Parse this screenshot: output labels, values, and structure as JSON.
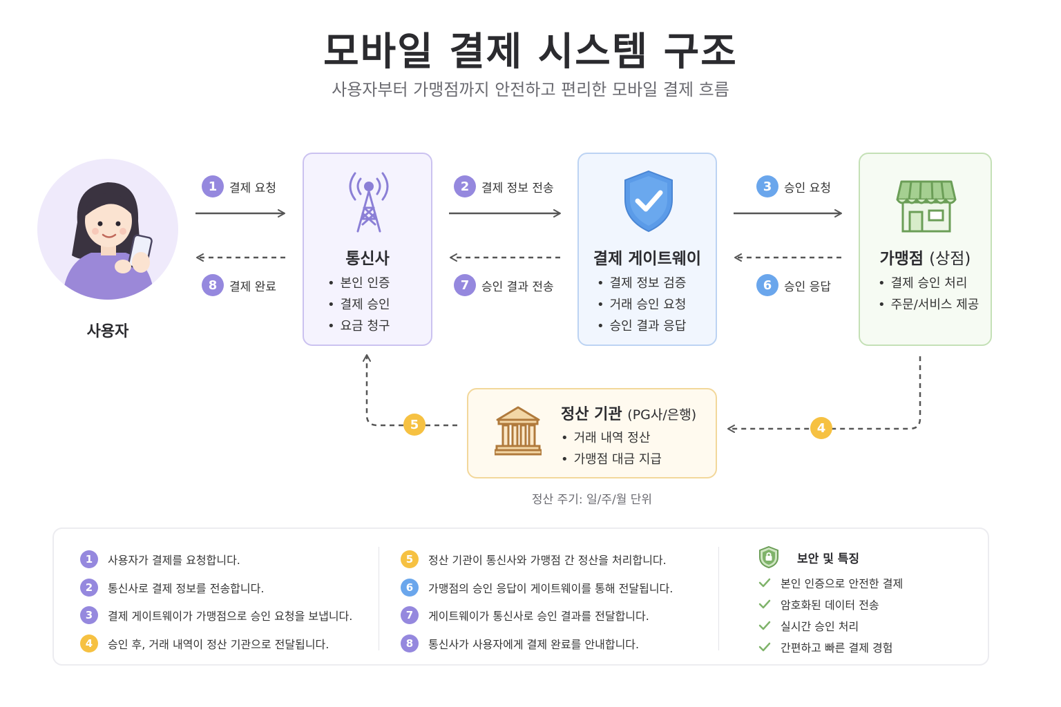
{
  "header": {
    "title": "모바일 결제 시스템 구조",
    "subtitle": "사용자부터 가맹점까지 안전하고 편리한 모바일 결제 흐름"
  },
  "colors": {
    "purple": "#9588de",
    "blue": "#6aa6ec",
    "yellow": "#f6c142",
    "green": "#7fb36a"
  },
  "nodes": {
    "user": {
      "label": "사용자",
      "icon": "user-with-phone-illustration"
    },
    "telecom": {
      "title": "통신사",
      "icon": "cell-tower-icon",
      "items": [
        "본인 인증",
        "결제 승인",
        "요금 청구"
      ]
    },
    "gateway": {
      "title": "결제 게이트웨이",
      "icon": "shield-check-icon",
      "items": [
        "결제 정보 검증",
        "거래 승인 요청",
        "승인 결과 응답"
      ]
    },
    "merchant": {
      "title": "가맹점",
      "title_suffix": "(상점)",
      "icon": "storefront-icon",
      "items": [
        "결제 승인 처리",
        "주문/서비스 제공"
      ]
    },
    "settlement": {
      "title": "정산 기관",
      "title_suffix": "(PG사/은행)",
      "icon": "bank-icon",
      "items": [
        "거래 내역 정산",
        "가맹점 대금 지급"
      ],
      "note": "정산 주기: 일/주/월 단위"
    }
  },
  "steps": [
    {
      "num": "1",
      "label": "결제 요청"
    },
    {
      "num": "2",
      "label": "결제 정보 전송"
    },
    {
      "num": "3",
      "label": "승인 요청"
    },
    {
      "num": "4",
      "label": ""
    },
    {
      "num": "5",
      "label": ""
    },
    {
      "num": "6",
      "label": "승인 응답"
    },
    {
      "num": "7",
      "label": "승인 결과 전송"
    },
    {
      "num": "8",
      "label": "결제 완료"
    }
  ],
  "legend": {
    "steps": [
      {
        "num": "1",
        "text": "사용자가 결제를 요청합니다."
      },
      {
        "num": "2",
        "text": "통신사로 결제 정보를 전송합니다."
      },
      {
        "num": "3",
        "text": "결제 게이트웨이가 가맹점으로 승인 요청을 보냅니다."
      },
      {
        "num": "4",
        "text": "승인 후, 거래 내역이 정산 기관으로 전달됩니다."
      },
      {
        "num": "5",
        "text": "정산 기관이 통신사와 가맹점 간 정산을 처리합니다."
      },
      {
        "num": "6",
        "text": "가맹점의 승인 응답이 게이트웨이를 통해 전달됩니다."
      },
      {
        "num": "7",
        "text": "게이트웨이가 통신사로 승인 결과를 전달합니다."
      },
      {
        "num": "8",
        "text": "통신사가 사용자에게 결제 완료를 안내합니다."
      }
    ],
    "features": {
      "title": "보안 및 특징",
      "icon": "shield-lock-icon",
      "items": [
        "본인 인증으로 안전한 결제",
        "암호화된 데이터 전송",
        "실시간 승인 처리",
        "간편하고 빠른 결제 경험"
      ]
    }
  }
}
